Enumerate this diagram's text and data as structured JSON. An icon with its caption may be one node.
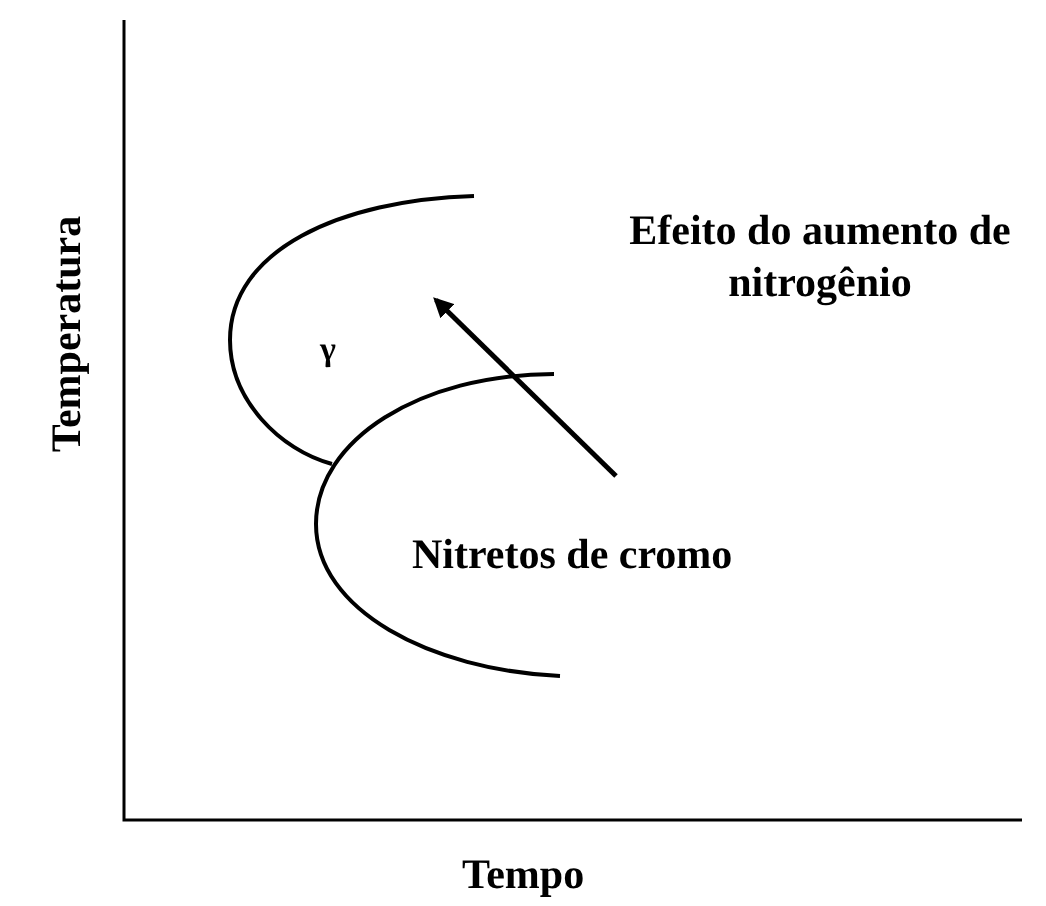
{
  "diagram": {
    "labels": [
      "Temperatura",
      "γ",
      "Efeito do aumento de nitrogênio",
      "Nitretos de cromo",
      "Tempo"
    ]
  }
}
